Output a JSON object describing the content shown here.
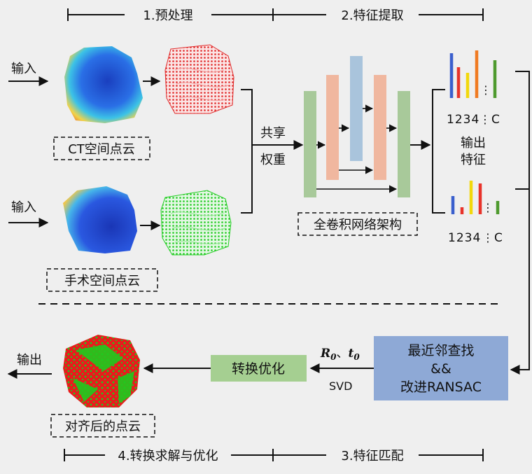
{
  "stages": {
    "s1": "1.预处理",
    "s2": "2.特征提取",
    "s3": "3.特征匹配",
    "s4": "4.转换求解与优化"
  },
  "inputs": {
    "top": "输入",
    "bottom": "输入"
  },
  "clouds": {
    "ct": "CT空间点云",
    "surgery": "手术空间点云",
    "aligned": "对齐后的点云"
  },
  "shared_weights": [
    "共享",
    "权重"
  ],
  "network": "全卷积网络架构",
  "features": {
    "index_label": "1234",
    "dots": "⋮",
    "channel": "C",
    "output_label": [
      "输出",
      "特征"
    ]
  },
  "matching": [
    "最近邻查找",
    "&&",
    "改进RANSAC"
  ],
  "params": {
    "R": "R",
    "t": "t",
    "sub": "0",
    "sep": "、"
  },
  "svd": "SVD",
  "optimize": "转换优化",
  "output": "输出",
  "colors": {
    "background": "#efefef",
    "network_green": "#a8c99a",
    "network_orange": "#f0b79f",
    "network_blue": "#a9c4dc",
    "match_box": "#8ea9d6",
    "optimize_box": "#a5cf91",
    "bar_blue": "#3a5fcd",
    "bar_red": "#e8332a",
    "bar_yellow": "#f2d80c",
    "bar_orange": "#f07b22",
    "bar_green": "#4e9a2e"
  }
}
